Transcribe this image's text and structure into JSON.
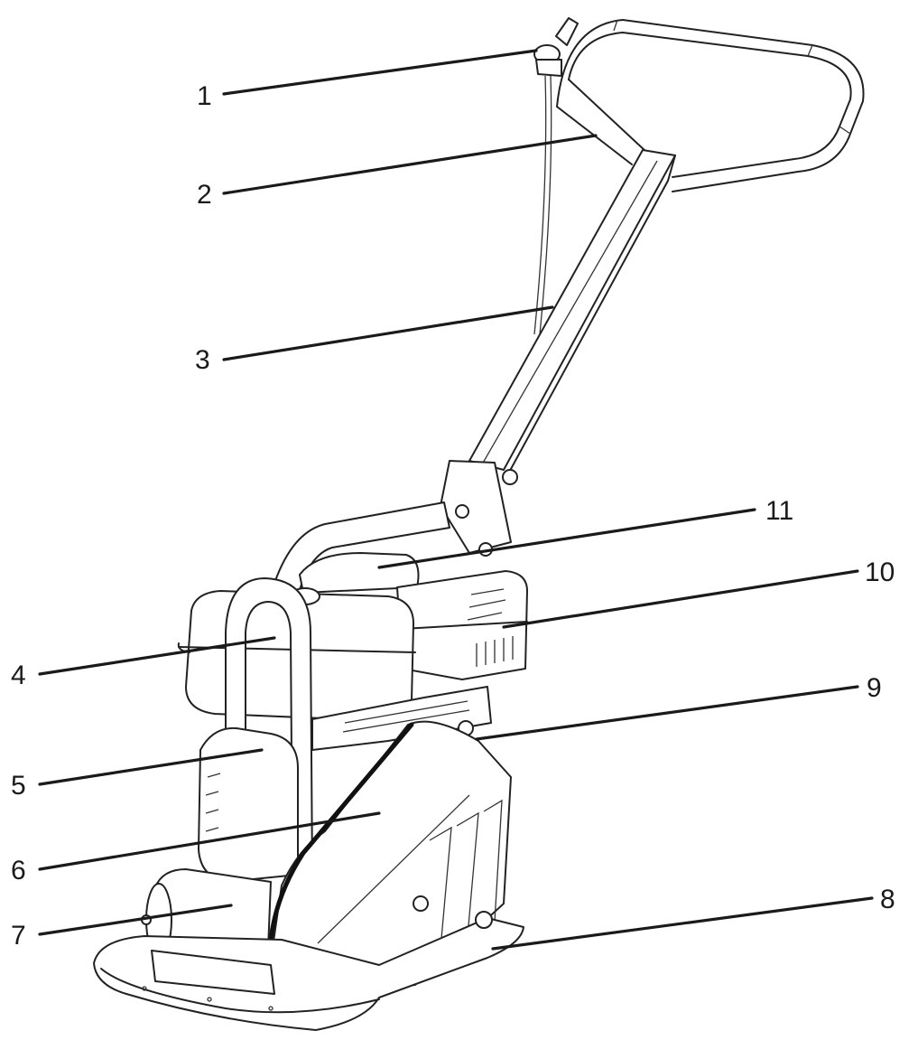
{
  "diagram": {
    "callouts": [
      {
        "id": "1",
        "text": "1"
      },
      {
        "id": "2",
        "text": "2"
      },
      {
        "id": "3",
        "text": "3"
      },
      {
        "id": "4",
        "text": "4"
      },
      {
        "id": "5",
        "text": "5"
      },
      {
        "id": "6",
        "text": "6"
      },
      {
        "id": "7",
        "text": "7"
      },
      {
        "id": "8",
        "text": "8"
      },
      {
        "id": "9",
        "text": "9"
      },
      {
        "id": "10",
        "text": "10"
      },
      {
        "id": "11",
        "text": "11"
      }
    ],
    "colors": {
      "line": "#222222",
      "background": "#ffffff"
    }
  }
}
